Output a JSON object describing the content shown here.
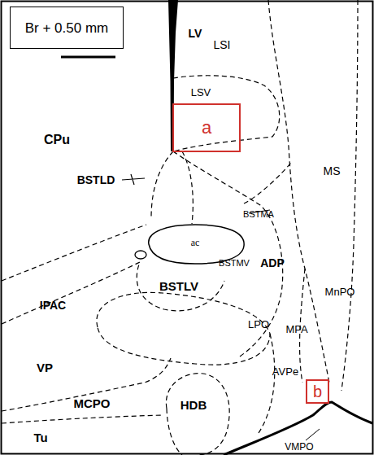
{
  "diagram": {
    "nodes": [
      {
        "text": [
          "Br + 0.50 mm"
        ]
      },
      {
        "text": [
          "a"
        ]
      },
      {
        "text": [
          "b"
        ]
      }
    ],
    "labels": [
      "LV",
      "LSI",
      "LSV",
      "CPu",
      "MS",
      "BSTLD",
      "BSTMA",
      "ac",
      "BSTMV",
      "ADP",
      "IPAC",
      "BSTLV",
      "MnPO",
      "LPO",
      "MPA",
      "VP",
      "AVPe",
      "MCPO",
      "HDB",
      "Tu",
      "VMPO"
    ]
  }
}
